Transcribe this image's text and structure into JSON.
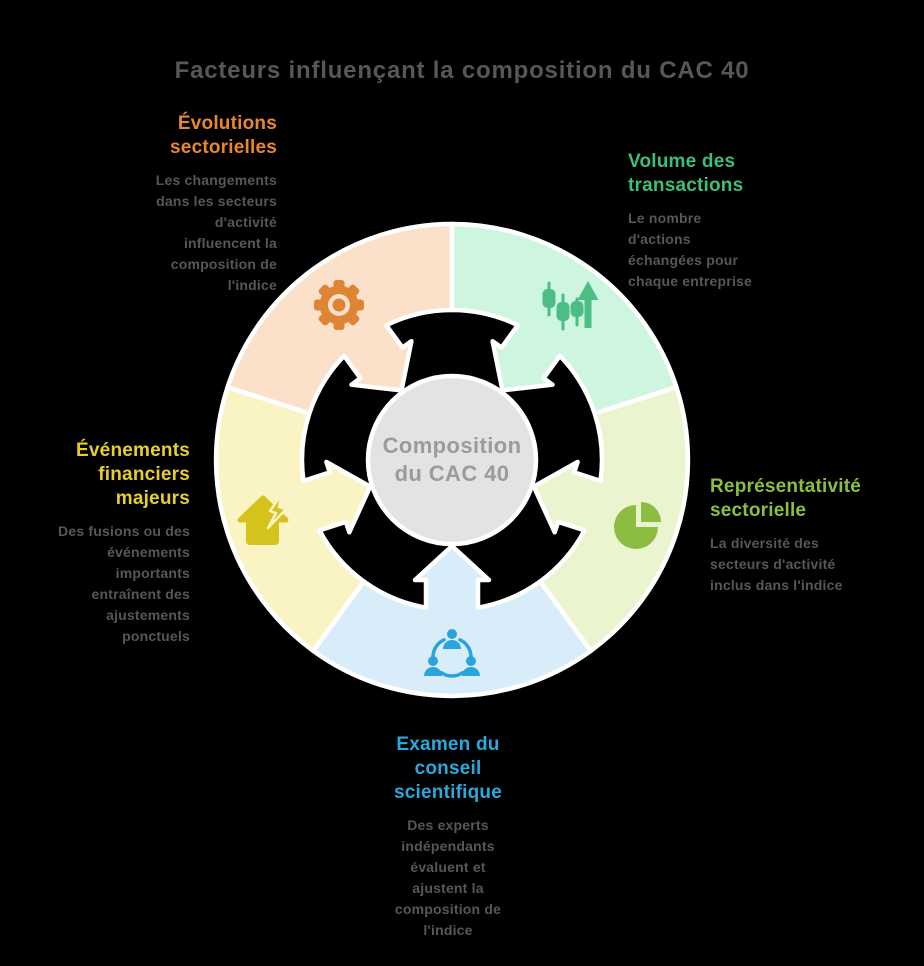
{
  "title": "Facteurs influençant la composition du CAC 40",
  "center_label": "Composition\ndu CAC 40",
  "background_color": "#000000",
  "title_color": "#55575B",
  "description_color": "#55575C",
  "outline_color": "#FFFFFF",
  "center_circle_color": "#E3E3E3",
  "center_text_color": "#9B9B9B",
  "factors": [
    {
      "id": "evolutions-sectorielles",
      "heading": "Évolutions\nsectorielles",
      "description": "Les changements\ndans les secteurs\nd'activité\ninfluencent la\ncomposition de\nl'indice",
      "heading_color": "#E8872F",
      "segment_color": "#FBE0CA",
      "icon_color": "#DD8534",
      "icon": "gear-icon"
    },
    {
      "id": "volume-transactions",
      "heading": "Volume des\ntransactions",
      "description": "Le nombre\nd'actions\néchangées pour\nchaque entreprise",
      "heading_color": "#3FBE7B",
      "segment_color": "#CDF5DF",
      "icon_color": "#4CBE85",
      "icon": "candlestick-chart-icon"
    },
    {
      "id": "representativite-sectorielle",
      "heading": "Représentativité\nsectorielle",
      "description": "La diversité des\nsecteurs d'activité\ninclus dans l'indice",
      "heading_color": "#8CBF3F",
      "segment_color": "#EAF4CF",
      "icon_color": "#8CBD42",
      "icon": "pie-chart-icon"
    },
    {
      "id": "evenements-financiers",
      "heading": "Événements\nfinanciers\nmajeurs",
      "description": "Des fusions ou des\névénements\nimportants\nentraînent des\najustements\nponctuels",
      "heading_color": "#E6CF28",
      "segment_color": "#FAF3C3",
      "icon_color": "#D5C31D",
      "icon": "house-lightning-icon"
    },
    {
      "id": "examen-conseil-scientifique",
      "heading": "Examen du\nconseil\nscientifique",
      "description": "Des experts\nindépendants\névaluent et\najustent la\ncomposition de\nl'indice",
      "heading_color": "#29A8DB",
      "segment_color": "#D8EDF9",
      "icon_color": "#2AA5DB",
      "icon": "people-network-icon"
    }
  ]
}
